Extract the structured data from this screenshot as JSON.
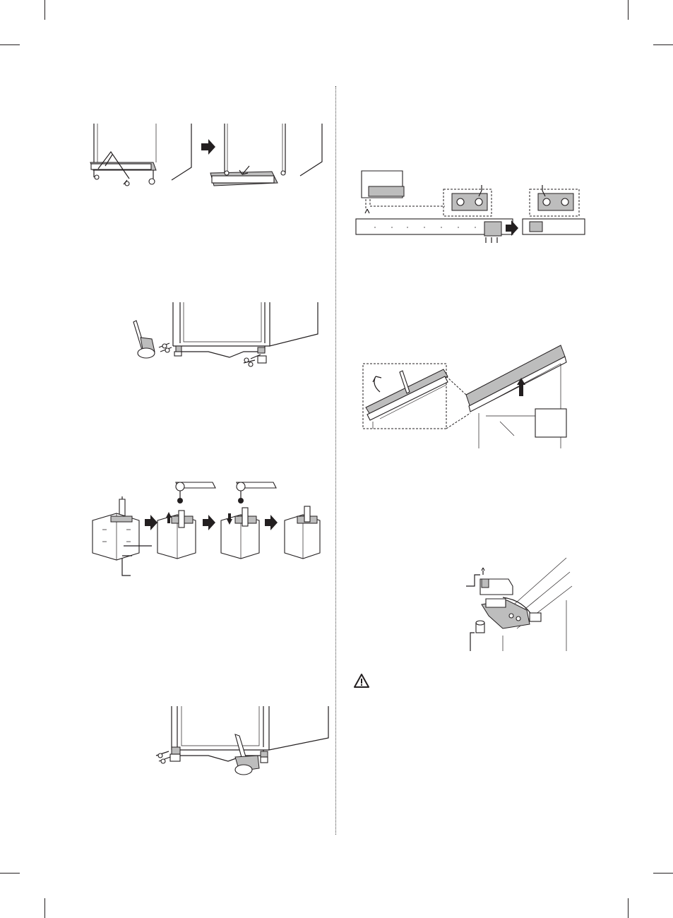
{
  "page": {
    "illustrations": [
      "fridge-base-cover-removal",
      "left-hinge-adjust-wrench",
      "hinge-pin-swap-sequence",
      "right-hinge-adjust-wrench",
      "door-hinge-bracket-removal",
      "door-cap-removal",
      "door-hinge-parts"
    ],
    "icons": [
      "arrow-right-icon",
      "warning-icon"
    ],
    "colors": {
      "line": "#231f20",
      "fill": "#bdbdbd",
      "background": "#ffffff"
    }
  }
}
